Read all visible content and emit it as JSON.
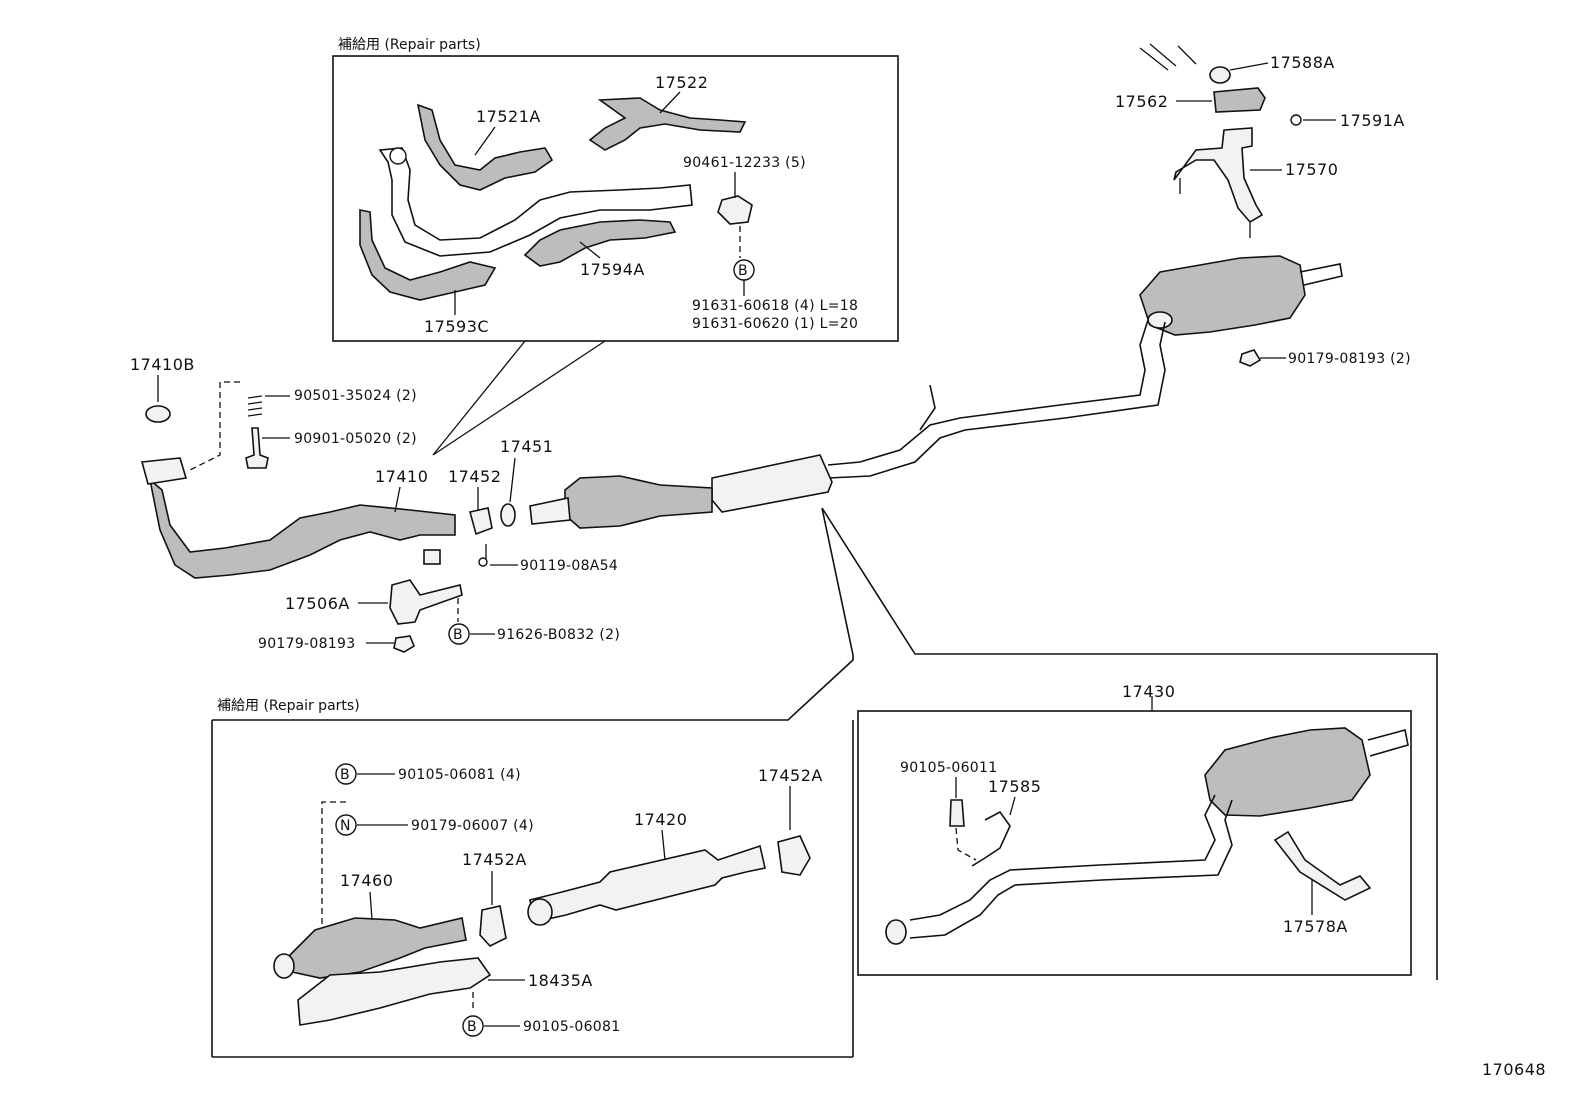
{
  "diagram_id": "170648",
  "repair_parts_caption": "補給用  (Repair parts)",
  "callouts": {
    "p17522": "17522",
    "p17521A": "17521A",
    "p90461_12233": "90461-12233 (5)",
    "p17594A": "17594A",
    "p17593C": "17593C",
    "p91631_60618": "91631-60618 (4) L=18",
    "p91631_60620": "91631-60620 (1) L=20",
    "p17588A": "17588A",
    "p17562": "17562",
    "p17591A": "17591A",
    "p17570": "17570",
    "p90179_08193_2": "90179-08193 (2)",
    "p17410B": "17410B",
    "p90501_35024": "90501-35024 (2)",
    "p90901_05020": "90901-05020 (2)",
    "p17410": "17410",
    "p17452": "17452",
    "p17451": "17451",
    "p90119_08A54": "90119-08A54",
    "p17506A": "17506A",
    "p90179_08193": "90179-08193",
    "p91626_B0832": "91626-B0832 (2)",
    "p90105_06081_4": "90105-06081 (4)",
    "p90179_06007": "90179-06007 (4)",
    "p17452A_right": "17452A",
    "p17420": "17420",
    "p17460": "17460",
    "p17452A_mid": "17452A",
    "p18435A": "18435A",
    "p90105_06081": "90105-06081",
    "p17430": "17430",
    "p90105_06011": "90105-06011",
    "p17585": "17585",
    "p17578A": "17578A"
  },
  "markers": {
    "bolt": "B",
    "nut": "N"
  }
}
